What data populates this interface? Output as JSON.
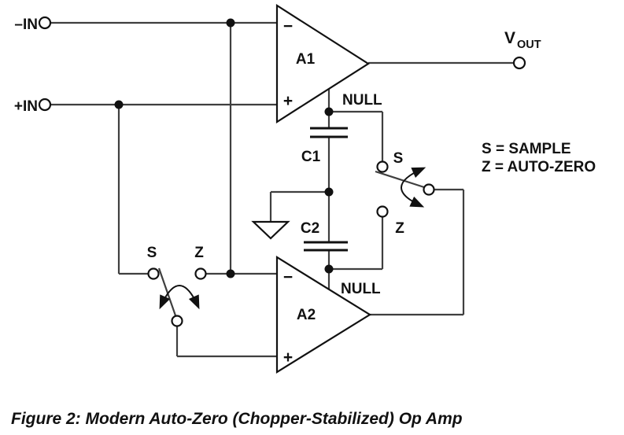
{
  "figure": {
    "caption": "Figure 2: Modern Auto-Zero (Chopper-Stabilized) Op Amp"
  },
  "terminals": {
    "neg_input": "–IN",
    "pos_input": "+IN",
    "vout_main": "V",
    "vout_sub": "OUT"
  },
  "amplifiers": {
    "a1": {
      "label": "A1",
      "minus": "−",
      "plus": "+",
      "null_label": "NULL"
    },
    "a2": {
      "label": "A2",
      "minus": "−",
      "plus": "+",
      "null_label": "NULL"
    }
  },
  "capacitors": {
    "c1": "C1",
    "c2": "C2"
  },
  "switches": {
    "upper": {
      "sample": "S",
      "zero": "Z"
    },
    "lower": {
      "sample": "S",
      "zero": "Z"
    }
  },
  "legend": {
    "line1": "S = SAMPLE",
    "line2": "Z = AUTO-ZERO"
  },
  "colors": {
    "ink": "#111111",
    "wire": "#3f3f3f",
    "background": "#ffffff"
  }
}
